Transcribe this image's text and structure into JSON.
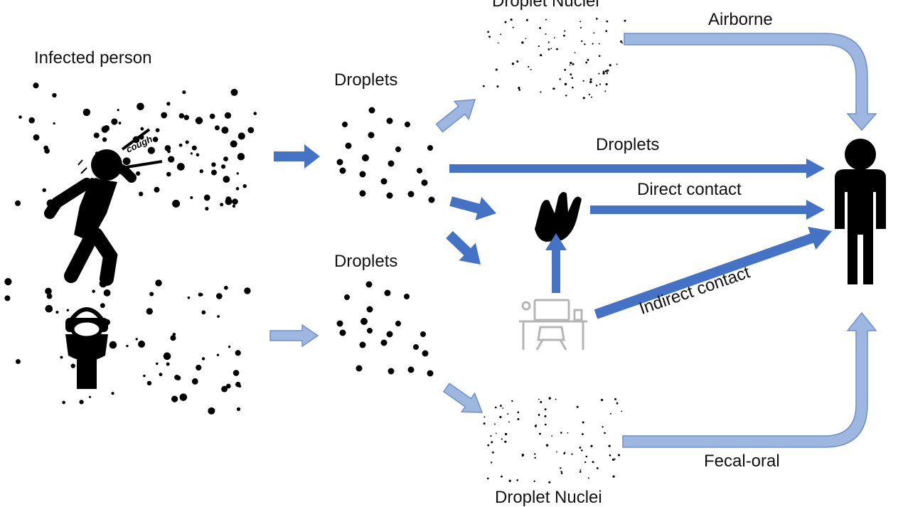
{
  "labels": {
    "infected_person": "Infected person",
    "cough": "cough",
    "droplets_top": "Droplets",
    "droplets_bottom": "Droplets",
    "droplet_nuclei_top": "Droplet Nuclei",
    "droplet_nuclei_bottom": "Droplet Nuclei",
    "airborne": "Airborne",
    "droplets_route": "Droplets",
    "direct_contact": "Direct contact",
    "indirect_contact": "Indirect contact",
    "fecal_oral": "Fecal-oral"
  },
  "icons": {
    "coughing_person": "coughing-person-icon",
    "toilet": "toilet-icon",
    "hand": "hand-icon",
    "desk": "desk-surface-icon",
    "receiving_person": "person-icon"
  },
  "colors": {
    "arrow_dark": "#4472c4",
    "arrow_light": "#9db7e1",
    "arrow_light_stroke": "#6d8fc9"
  }
}
